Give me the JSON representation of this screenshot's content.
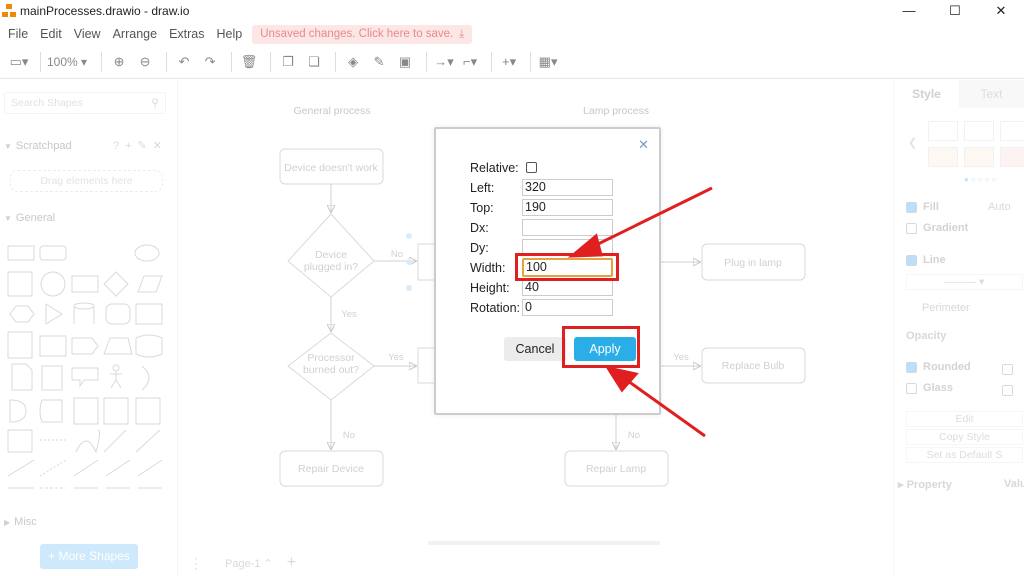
{
  "window": {
    "title": "mainProcesses.drawio - draw.io",
    "minimize": "—",
    "maximize": "☐",
    "close": "✕"
  },
  "menu": {
    "items": [
      "File",
      "Edit",
      "View",
      "Arrange",
      "Extras",
      "Help"
    ],
    "unsaved": "Unsaved changes. Click here to save."
  },
  "toolbar": {
    "zoom": "100%"
  },
  "left_panel": {
    "search_placeholder": "Search Shapes",
    "scratchpad": "Scratchpad",
    "drag_hint": "Drag elements here",
    "general": "General",
    "misc": "Misc",
    "more_shapes": "+ More Shapes"
  },
  "diagram": {
    "general_title": "General process",
    "lamp_title": "Lamp process",
    "nodes": {
      "device_doesnt_work": "Device doesn't work",
      "device_plugged_in": "Device plugged in?",
      "processor_burned_out": "Processor burned out?",
      "repair_device": "Repair Device",
      "plug_in_lamp": "Plug in lamp",
      "replace_bulb": "Replace Bulb",
      "repair_lamp": "Repair Lamp"
    },
    "edges": {
      "no1": "No",
      "yes1": "Yes",
      "yes2": "Yes",
      "no2": "No",
      "yes3": "Yes",
      "no3": "No"
    }
  },
  "page_tab": {
    "label": "Page-1"
  },
  "right_panel": {
    "tab_style": "Style",
    "tab_text": "Text",
    "fill": "Fill",
    "fill_value": "Auto",
    "gradient": "Gradient",
    "line": "Line",
    "perimeter": "Perimeter",
    "opacity": "Opacity",
    "rounded": "Rounded",
    "glass": "Glass",
    "edit": "Edit",
    "copy_style": "Copy Style",
    "set_default": "Set as Default S",
    "property": "Property",
    "value": "Valu"
  },
  "dialog": {
    "relative_label": "Relative:",
    "relative_checked": false,
    "left_label": "Left:",
    "left_value": "320",
    "top_label": "Top:",
    "top_value": "190",
    "dx_label": "Dx:",
    "dx_value": "",
    "dy_label": "Dy:",
    "dy_value": "",
    "width_label": "Width:",
    "width_value": "100",
    "height_label": "Height:",
    "height_value": "40",
    "rotation_label": "Rotation:",
    "rotation_value": "0",
    "cancel": "Cancel",
    "apply": "Apply"
  },
  "colors": {
    "accent": "#29aee7",
    "annotation": "#e02020",
    "focus": "#e8a23c"
  }
}
